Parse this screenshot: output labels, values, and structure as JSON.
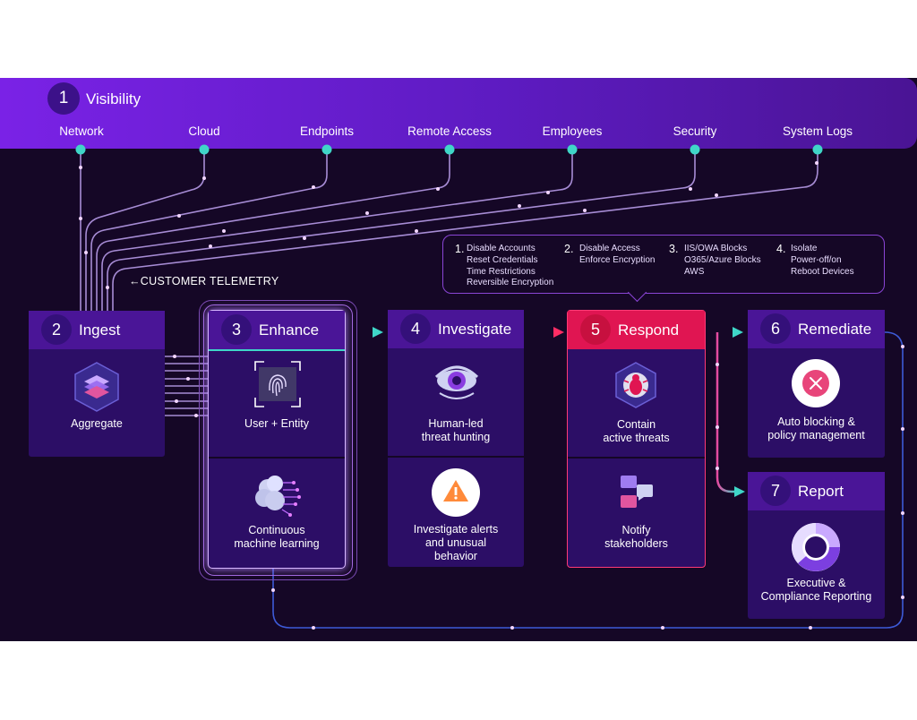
{
  "visibility": {
    "num": "1",
    "title": "Visibility"
  },
  "sources": [
    "Network",
    "Cloud",
    "Endpoints",
    "Remote Access",
    "Employees",
    "Security",
    "System Logs"
  ],
  "telemetry_label": "←CUSTOMER TELEMETRY",
  "callout": {
    "items": [
      {
        "num": "1.",
        "lines": "Disable Accounts\nReset Credentials\nTime Restrictions\nReversible Encryption"
      },
      {
        "num": "2.",
        "lines": "Disable Access\nEnforce Encryption"
      },
      {
        "num": "3.",
        "lines": "IIS/OWA Blocks\nO365/Azure Blocks\nAWS"
      },
      {
        "num": "4.",
        "lines": "Isolate\nPower-off/on\nReboot Devices"
      }
    ]
  },
  "stages": {
    "ingest": {
      "num": "2",
      "title": "Ingest",
      "cell1": "Aggregate"
    },
    "enhance": {
      "num": "3",
      "title": "Enhance",
      "cell1": "User + Entity",
      "cell2": "Continuous\nmachine learning"
    },
    "investigate": {
      "num": "4",
      "title": "Investigate",
      "cell1": "Human-led\nthreat hunting",
      "cell2": "Investigate alerts\nand unusual\nbehavior"
    },
    "respond": {
      "num": "5",
      "title": "Respond",
      "cell1": "Contain\nactive threats",
      "cell2": "Notify\nstakeholders"
    },
    "remediate": {
      "num": "6",
      "title": "Remediate",
      "cell1": "Auto blocking &\npolicy management"
    },
    "report": {
      "num": "7",
      "title": "Report",
      "cell1": "Executive &\nCompliance Reporting"
    }
  },
  "icons": {
    "aggregate": "layers-stack-icon",
    "user_entity": "fingerprint-scan-icon",
    "ml": "brain-circuit-icon",
    "hunting": "eye-icon",
    "alerts": "warning-triangle-icon",
    "contain": "bug-shield-icon",
    "notify": "chat-bubbles-icon",
    "blocking": "close-circle-icon",
    "reporting": "donut-chart-icon"
  },
  "colors": {
    "background": "#150726",
    "band": "#7a22e6",
    "card": "#2c0e66",
    "card_head": "#4a1597",
    "respond_accent": "#e01552",
    "teal": "#3fd6c8",
    "wire": "#b79be8"
  }
}
